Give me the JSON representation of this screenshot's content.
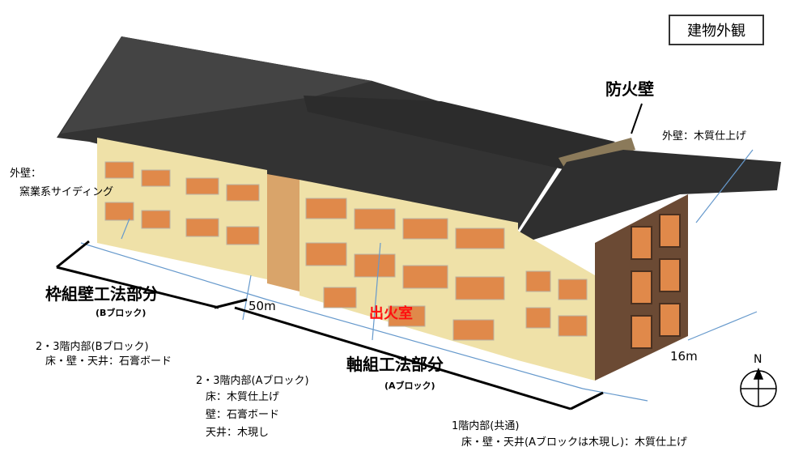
{
  "title": "建物外観",
  "firewall_label": "防火壁",
  "exterior_wall_left": {
    "line1": "外壁：",
    "line2": "窯業系サイディング"
  },
  "exterior_wall_right": "外壁：木質仕上げ",
  "frame_wall_part": {
    "label": "枠組壁工法部分",
    "block": "(Bブロック)"
  },
  "axial_part": {
    "label": "軸組工法部分",
    "block": "(Aブロック)"
  },
  "fire_room": "出火室",
  "dim_length": "50m",
  "dim_width": "16m",
  "north": "N",
  "floors_23_b": {
    "line1": "2・3階内部(Bブロック)",
    "line2": "床・壁・天井：石膏ボード"
  },
  "floors_23_a": {
    "line1": "2・3階内部(Aブロック)",
    "line2": "床：木質仕上げ",
    "line3": "壁：石膏ボード",
    "line4": "天井：木現し"
  },
  "floor_1": {
    "line1": "1階内部(共通)",
    "line2": "床・壁・天井(Aブロックは木現し)：木質仕上げ"
  },
  "colors": {
    "roof": "#3a3a3a",
    "roof_dark": "#262626",
    "wall": "#efe1a8",
    "wall_shade": "#dcc98c",
    "window": "#e0894a",
    "window_frame": "#b9b4a5",
    "wood": "#6b4a34",
    "guide_line": "#6699cc",
    "fire_red": "#ff1010"
  }
}
